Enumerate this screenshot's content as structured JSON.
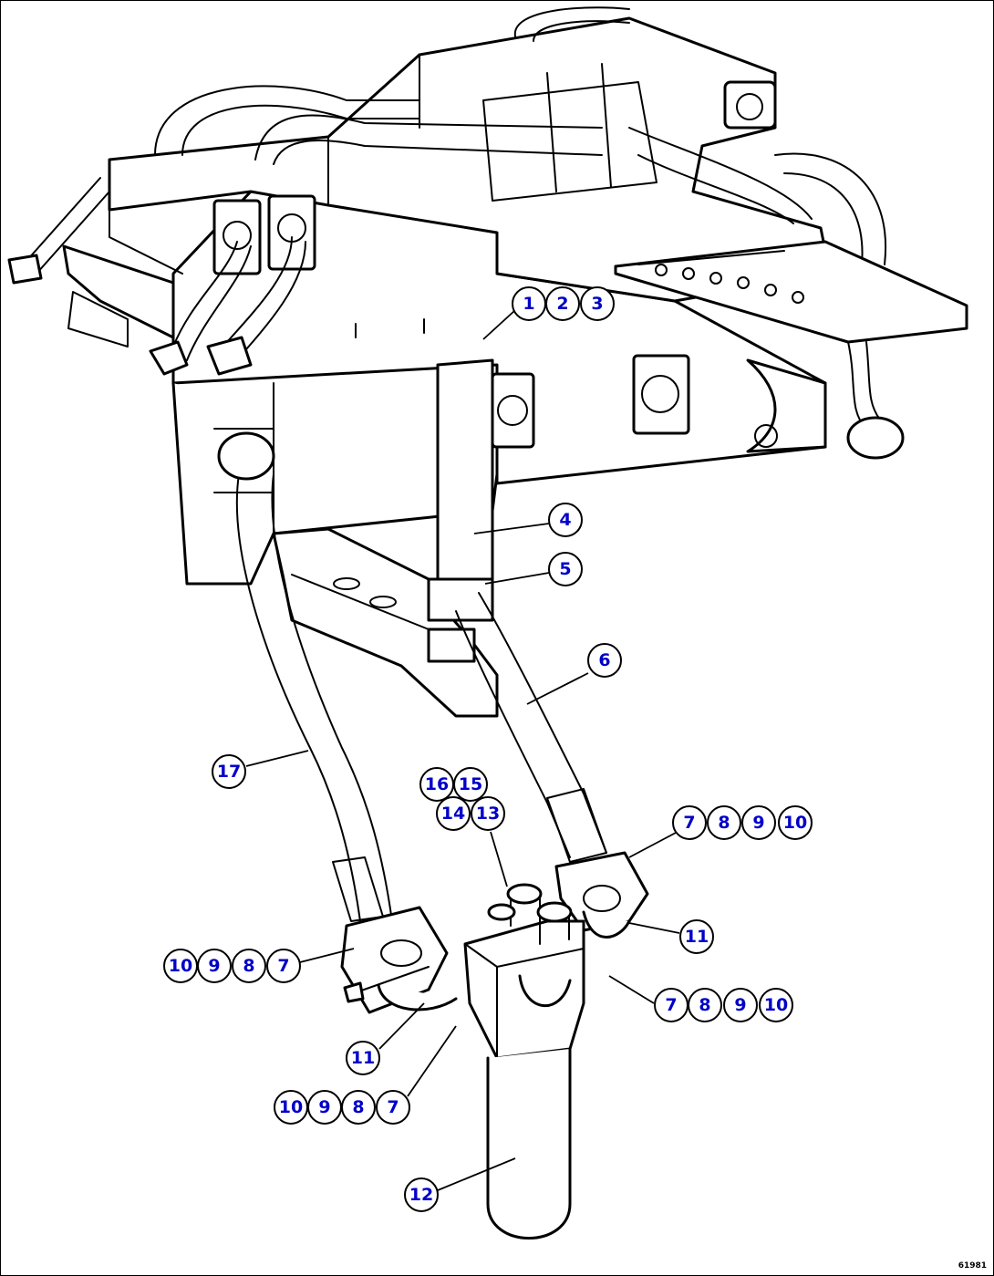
{
  "figure_code": "61981",
  "callouts": [
    {
      "label": "1"
    },
    {
      "label": "2"
    },
    {
      "label": "3"
    },
    {
      "label": "4"
    },
    {
      "label": "5"
    },
    {
      "label": "6"
    },
    {
      "label": "17"
    },
    {
      "label": "16"
    },
    {
      "label": "15"
    },
    {
      "label": "14"
    },
    {
      "label": "13"
    },
    {
      "label": "7"
    },
    {
      "label": "8"
    },
    {
      "label": "9"
    },
    {
      "label": "10"
    },
    {
      "label": "11"
    },
    {
      "label": "10"
    },
    {
      "label": "9"
    },
    {
      "label": "8"
    },
    {
      "label": "7"
    },
    {
      "label": "7"
    },
    {
      "label": "8"
    },
    {
      "label": "9"
    },
    {
      "label": "10"
    },
    {
      "label": "11"
    },
    {
      "label": "10"
    },
    {
      "label": "9"
    },
    {
      "label": "8"
    },
    {
      "label": "7"
    },
    {
      "label": "12"
    }
  ]
}
